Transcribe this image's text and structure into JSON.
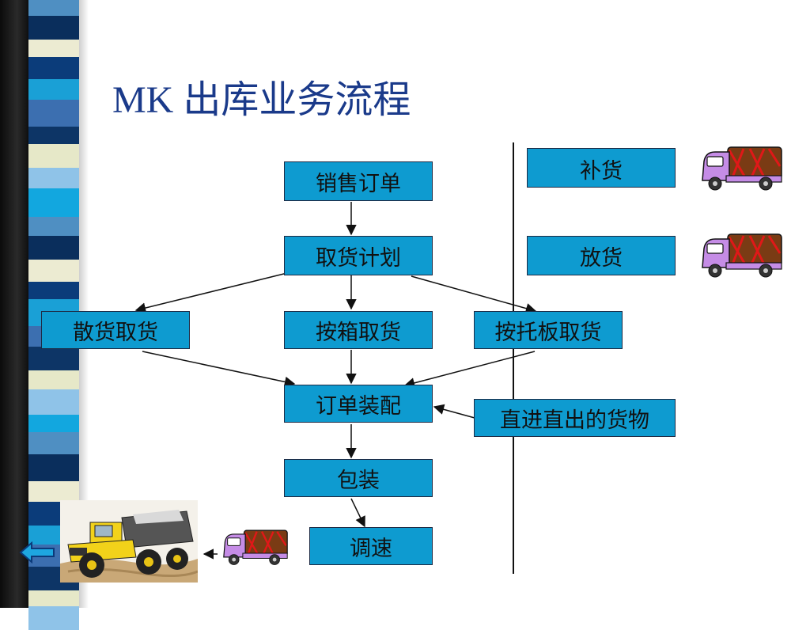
{
  "slide": {
    "title": "MK 出库业务流程"
  },
  "flow": {
    "sales_order": "销售订单",
    "pick_plan": "取货计划",
    "bulk_pick": "散货取货",
    "case_pick": "按箱取货",
    "pallet_pick": "按托板取货",
    "order_assembly": "订单装配",
    "packing": "包装",
    "dispatch": "调速",
    "cross_dock": "直进直出的货物"
  },
  "side_tasks": {
    "replenish": "补货",
    "putaway": "放货"
  },
  "icons": [
    "truck-icon",
    "dump-truck-photo",
    "back-arrow-icon"
  ],
  "colors": {
    "box_fill": "#0e9bd0",
    "title": "#1a3a8a"
  }
}
